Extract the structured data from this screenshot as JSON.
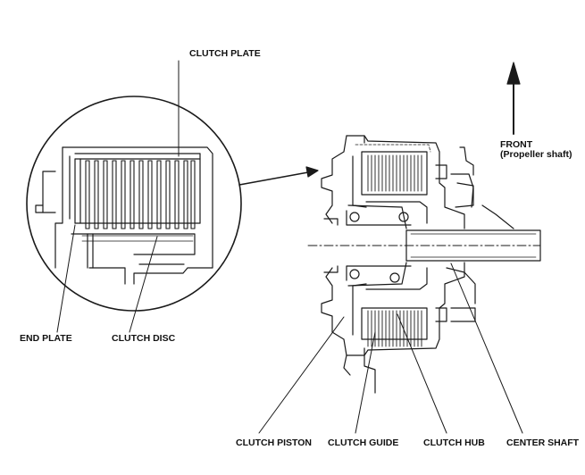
{
  "labels": {
    "clutch_plate": "CLUTCH PLATE",
    "end_plate": "END PLATE",
    "clutch_disc": "CLUTCH DISC",
    "front": "FRONT",
    "front_sub": "(Propeller shaft)",
    "clutch_piston": "CLUTCH PISTON",
    "clutch_guide": "CLUTCH GUIDE",
    "clutch_hub": "CLUTCH HUB",
    "center_shaft": "CENTER SHAFT"
  },
  "colors": {
    "line": "#1a1a1a",
    "background": "#ffffff"
  },
  "icons": {
    "front_arrow": "arrow-up-icon",
    "callout_arrow": "arrow-right-icon"
  }
}
